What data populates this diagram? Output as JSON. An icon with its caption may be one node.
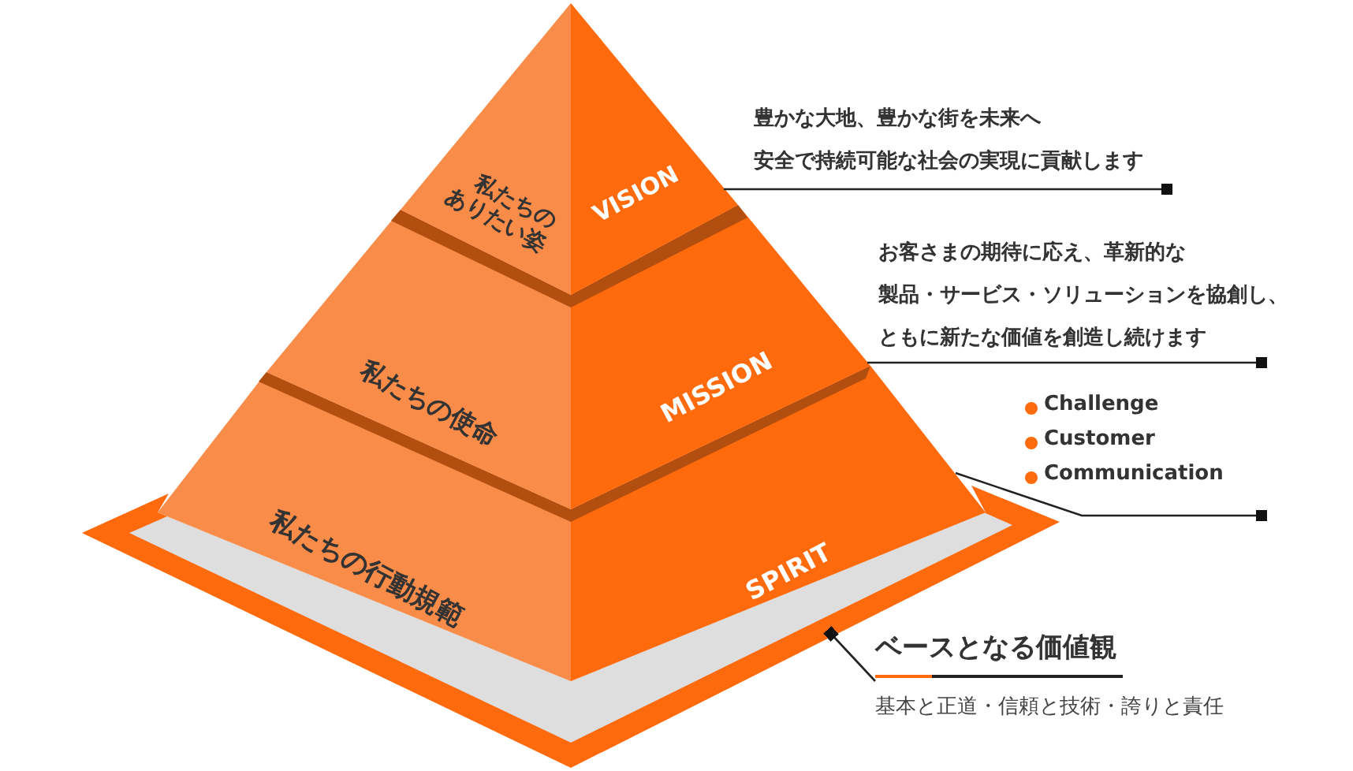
{
  "diagram": {
    "nodes": [
      {
        "text": [
          "私たちのありたい姿",
          "VISION"
        ]
      },
      {
        "text": [
          "私たちの使命",
          "MISSION"
        ]
      },
      {
        "text": [
          "私たちの行動規範",
          "SPIRIT"
        ]
      },
      {
        "text": [],
        "shape": "diamond"
      },
      {
        "text": [
          "ベースとなる価値観",
          "基本と正道・信頼と技術・誇りと責任"
        ]
      },
      {
        "text": [
          "豊かな大地、豊かな街を未来へ安全で持続可能な社会の実現に貢献します"
        ]
      },
      {
        "text": [
          "お客さまの期待に応え、革新的な製品・サービス・ソリューションを協創し、ともに新たな価値を創造し続けます"
        ]
      },
      {
        "text": [
          "Challenge",
          "Customer",
          "Communication"
        ]
      }
    ],
    "edges": [
      {
        "from": 5,
        "to": 0,
        "arrow": "other"
      },
      {
        "from": 6,
        "to": 1,
        "arrow": "other"
      },
      {
        "from": 7,
        "to": 2,
        "arrow": "other"
      },
      {
        "from": 3,
        "to": 4,
        "arrow": "other"
      }
    ]
  }
}
